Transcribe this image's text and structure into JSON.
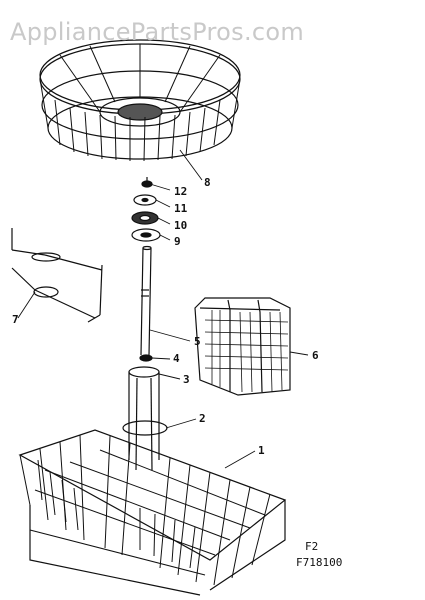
{
  "watermark": "AppliancePartsPros.com",
  "figure": {
    "section": "F2",
    "number": "F718100"
  },
  "callouts": {
    "p1": "1",
    "p2": "2",
    "p3": "3",
    "p4": "4",
    "p5": "5",
    "p6": "6",
    "p7": "7",
    "p8": "8",
    "p9": "9",
    "p10": "10",
    "p11": "11",
    "p12": "12"
  },
  "colors": {
    "ink": "#111111",
    "watermark": "#c9c9c9",
    "background": "#ffffff"
  }
}
